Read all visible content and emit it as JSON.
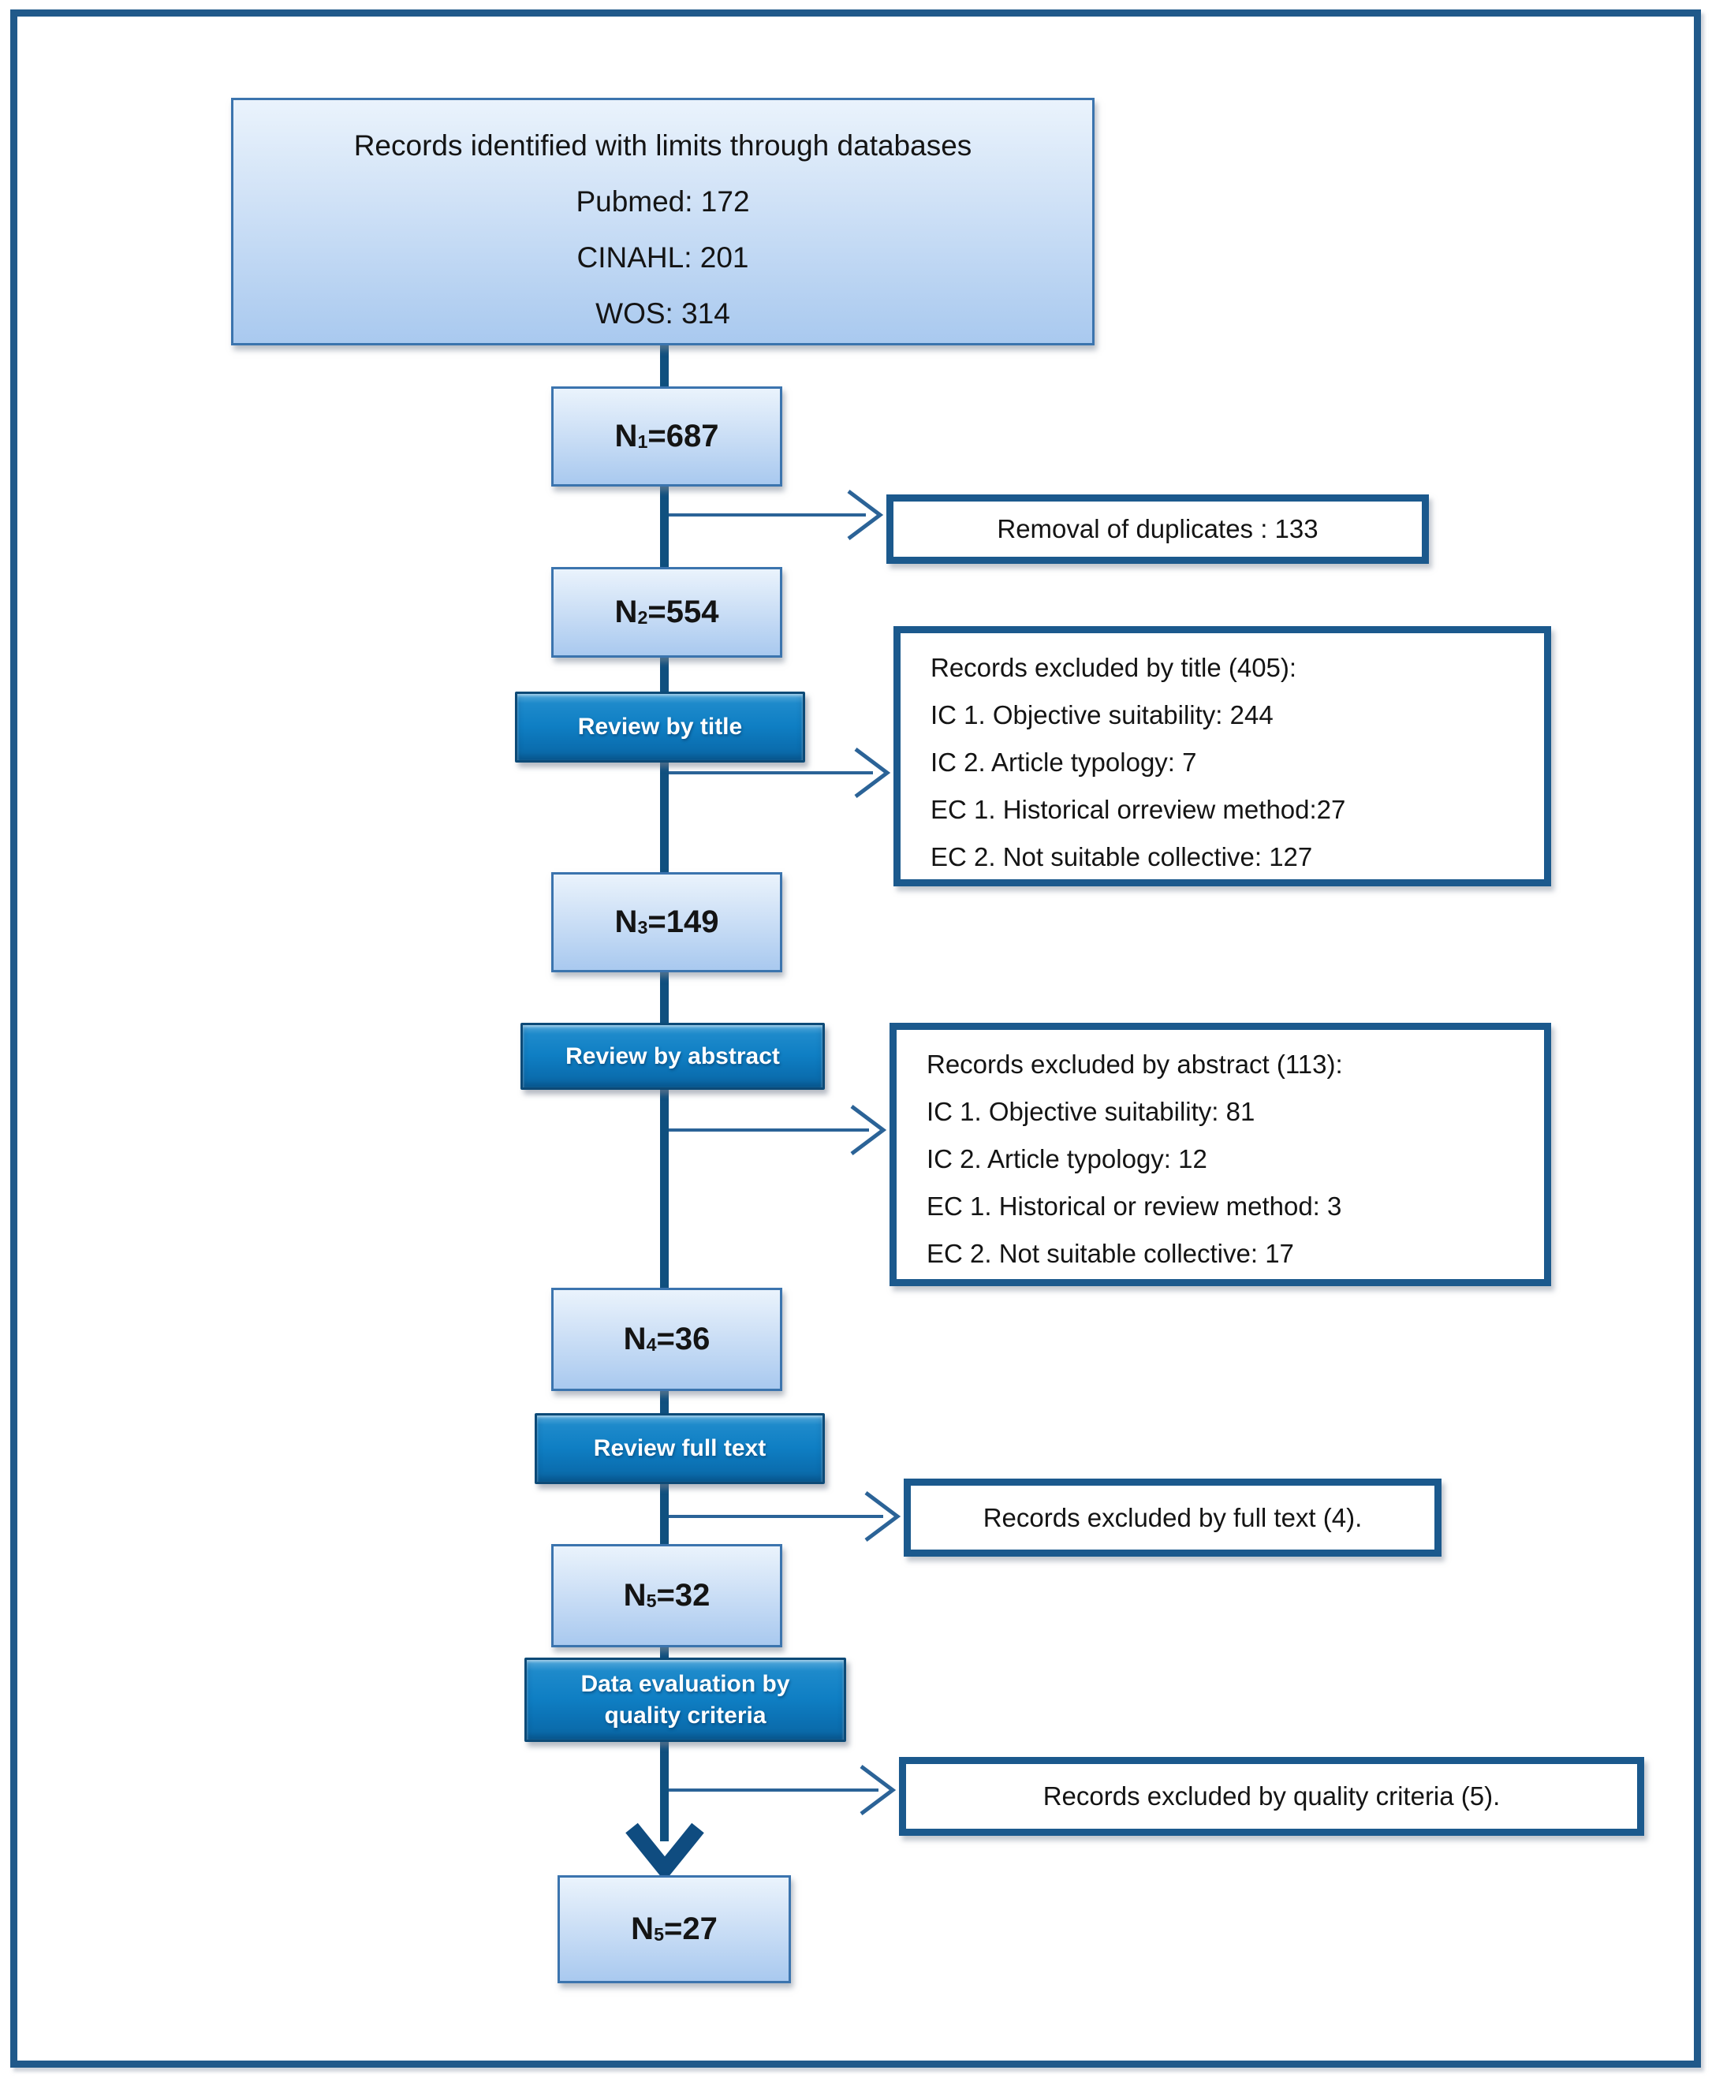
{
  "diagram": {
    "source_box": {
      "lines": [
        "Records identified with limits through databases",
        "Pubmed: 172",
        "CINAHL: 201",
        "WOS: 314"
      ]
    },
    "n_boxes": [
      {
        "base": "N",
        "sub": "1",
        "rest": "=687"
      },
      {
        "base": "N",
        "sub": "2",
        "rest": "=554"
      },
      {
        "base": "N",
        "sub": "3",
        "rest": "=149"
      },
      {
        "base": "N",
        "sub": "4",
        "rest": "=36"
      },
      {
        "base": "N",
        "sub": "5",
        "rest": "=32"
      },
      {
        "base": "N",
        "sub": "5",
        "rest": "=27"
      }
    ],
    "process_steps": [
      {
        "label": "Review by title"
      },
      {
        "label": "Review by abstract"
      },
      {
        "label": "Review full text"
      },
      {
        "label": "Data evaluation by quality criteria"
      }
    ],
    "exclusion_boxes": [
      {
        "lines": [
          "Removal of duplicates : 133"
        ]
      },
      {
        "lines": [
          "Records excluded by title (405):",
          "IC 1. Objective suitability: 244",
          "IC 2. Article typology: 7",
          "EC 1. Historical orreview method:27",
          "EC 2. Not suitable collective: 127"
        ]
      },
      {
        "lines": [
          "Records excluded by abstract (113):",
          "IC 1. Objective suitability: 81",
          "IC 2. Article typology: 12",
          "EC 1. Historical or review method: 3",
          "EC 2. Not suitable collective: 17"
        ]
      },
      {
        "lines": [
          "Records excluded by full text (4)."
        ]
      },
      {
        "lines": [
          "Records excluded by quality criteria (5)."
        ]
      }
    ],
    "colors": {
      "frame_border": "#20598A",
      "spine": "#10507F",
      "light_box_top": "#EAF3FC",
      "light_box_bottom": "#A9C9EF",
      "light_box_border": "#3B74AE",
      "button_fill": "#0F7FC4",
      "button_border": "#0C4A77",
      "exclusion_border": "#1B598D",
      "arrow": "#2B6397",
      "text": "#141414"
    }
  }
}
